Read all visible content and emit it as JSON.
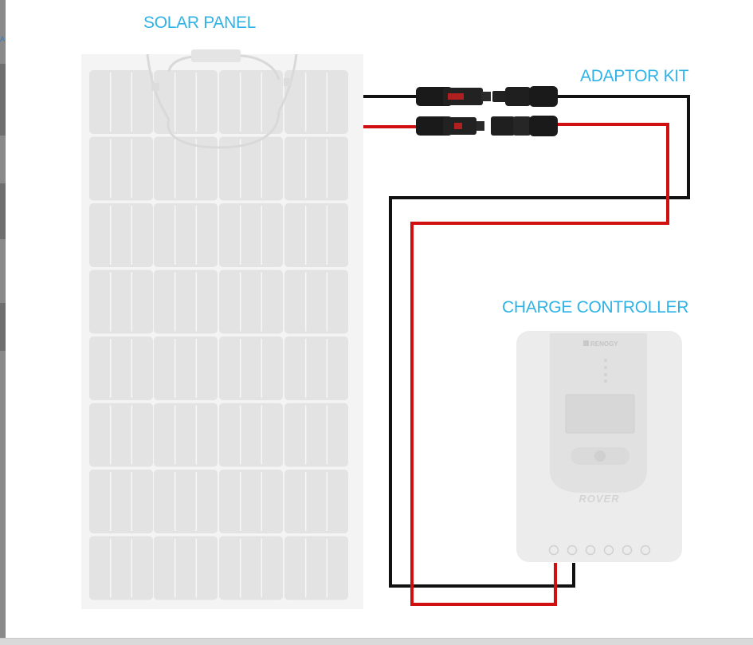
{
  "labels": {
    "solar_panel": "SOLAR PANEL",
    "adaptor_kit": "ADAPTOR KIT",
    "charge_controller": "CHARGE CONTROLLER"
  },
  "controller": {
    "brand": "RENOGY",
    "model": "ROVER"
  },
  "edge_letter": "A",
  "colors": {
    "label": "#2fb3e6",
    "positive_wire": "#d01010",
    "negative_wire": "#111111",
    "panel_cell": "#e3e3e3",
    "controller_body": "#ededed"
  }
}
